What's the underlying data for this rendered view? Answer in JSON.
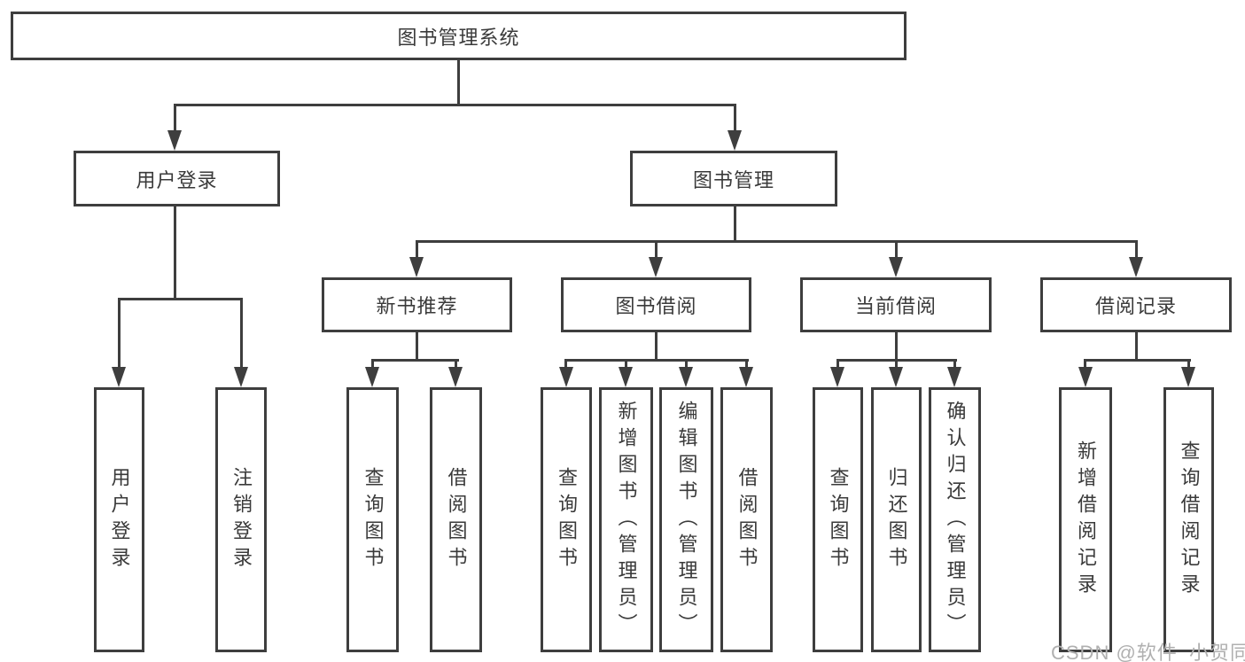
{
  "diagram_title": "图书管理系统",
  "tree": {
    "root": "图书管理系统",
    "branches": [
      {
        "label": "用户登录",
        "children": [
          "用户登录",
          "注销登录"
        ]
      },
      {
        "label": "图书管理",
        "groups": [
          {
            "label": "新书推荐",
            "children": [
              "查询图书",
              "借阅图书"
            ]
          },
          {
            "label": "图书借阅",
            "children": [
              "查询图书",
              "新增图书（管理员）",
              "编辑图书（管理员）",
              "借阅图书"
            ]
          },
          {
            "label": "当前借阅",
            "children": [
              "查询图书",
              "归还图书",
              "确认归还（管理员）"
            ]
          },
          {
            "label": "借阅记录",
            "children": [
              "新增借阅记录",
              "查询借阅记录"
            ]
          }
        ]
      }
    ]
  },
  "watermark": "CSDN @软件_小贺同学",
  "colors": {
    "line": "#3e3e3e",
    "text": "#3a3a3a",
    "background": "#ffffff",
    "watermark": "#b0b0b0"
  }
}
